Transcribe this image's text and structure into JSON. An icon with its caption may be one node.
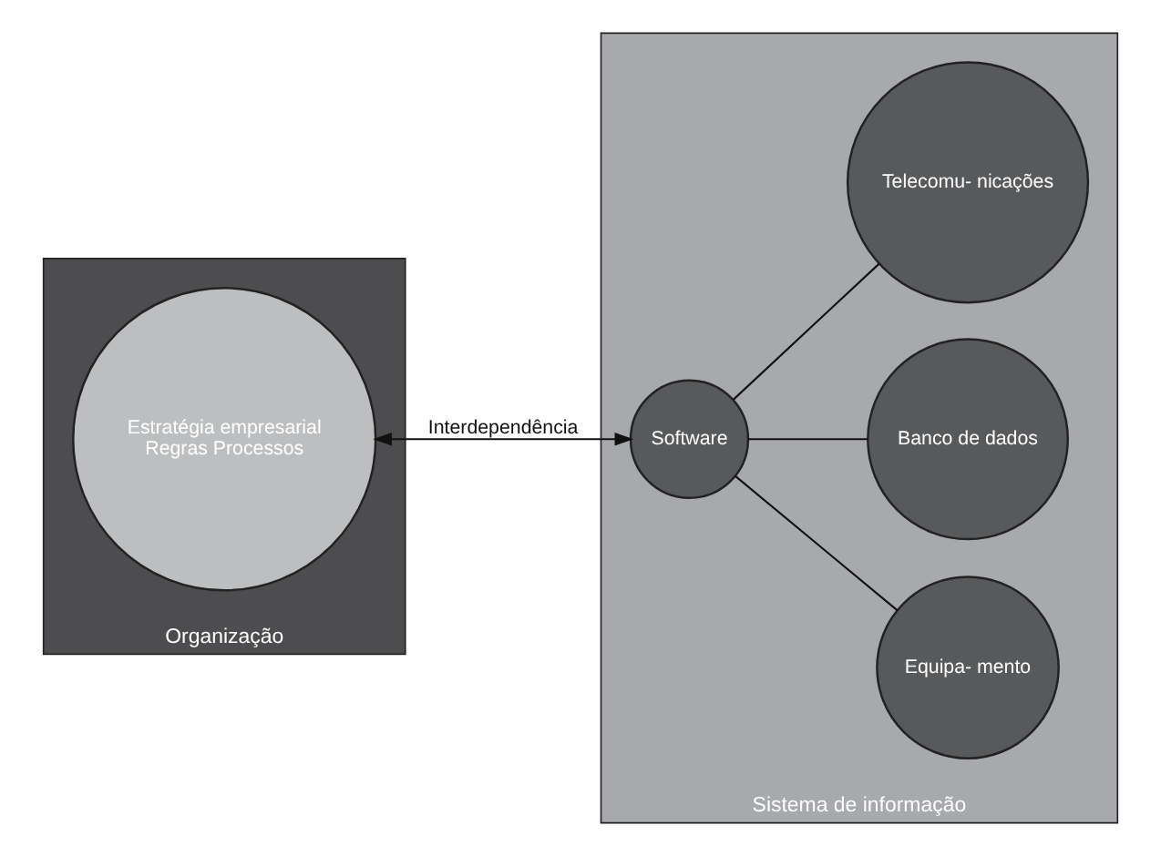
{
  "diagram": {
    "nodes": [
      {
        "text": [
          "Organização"
        ]
      },
      {
        "text": [
          "Sistema de informação"
        ]
      },
      {
        "text": [
          "Estratégia empresarial",
          "Regras Processos"
        ],
        "in": 0
      },
      {
        "text": [
          "Software"
        ],
        "in": 1
      },
      {
        "text": [
          "Equipa- mento"
        ],
        "in": 1
      },
      {
        "text": [
          "Banco de dados"
        ],
        "in": 1
      },
      {
        "text": [
          "Telecomu- nicações"
        ],
        "in": 1
      }
    ],
    "edges": [
      {
        "from": 2,
        "to": 3,
        "arrow": "both",
        "label": "Interdependência"
      },
      {
        "from": 3,
        "to": 4,
        "arrow": "none"
      },
      {
        "from": 3,
        "to": 5,
        "arrow": "none"
      },
      {
        "from": 3,
        "to": 6,
        "arrow": "none"
      }
    ]
  }
}
